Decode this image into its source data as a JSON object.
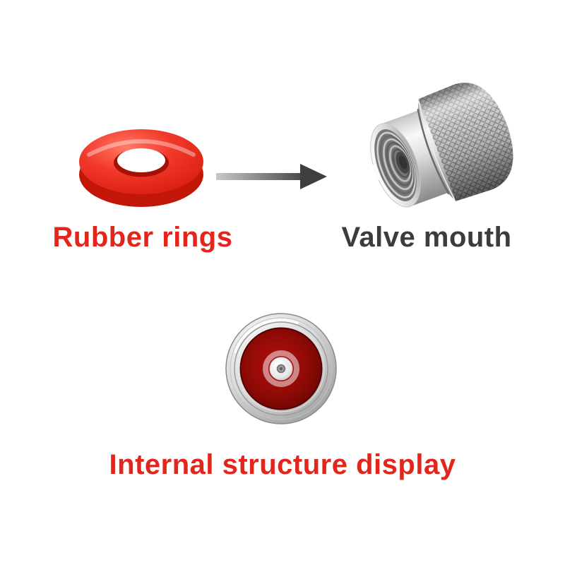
{
  "page": {
    "background": "#ffffff"
  },
  "colors": {
    "page_bg": "#ffffff",
    "label_red": "#e2261c",
    "label_dark": "#3c3c3c",
    "ring_red": "#f2392b",
    "ring_red_dark": "#c21608",
    "arrow_light": "#c9c9c9",
    "arrow_dark": "#3e3e3e",
    "inner_red": "#8f0a06",
    "inner_red_dark": "#5e0403"
  },
  "labels": {
    "rubber_rings": "Rubber rings",
    "valve_mouth": "Valve mouth",
    "internal_structure": "Internal structure display"
  },
  "icons": {
    "rubber_ring": "rubber-ring-icon",
    "arrow": "arrow-right-icon",
    "valve_cap": "valve-cap-icon",
    "top_view": "valve-top-view-icon"
  }
}
